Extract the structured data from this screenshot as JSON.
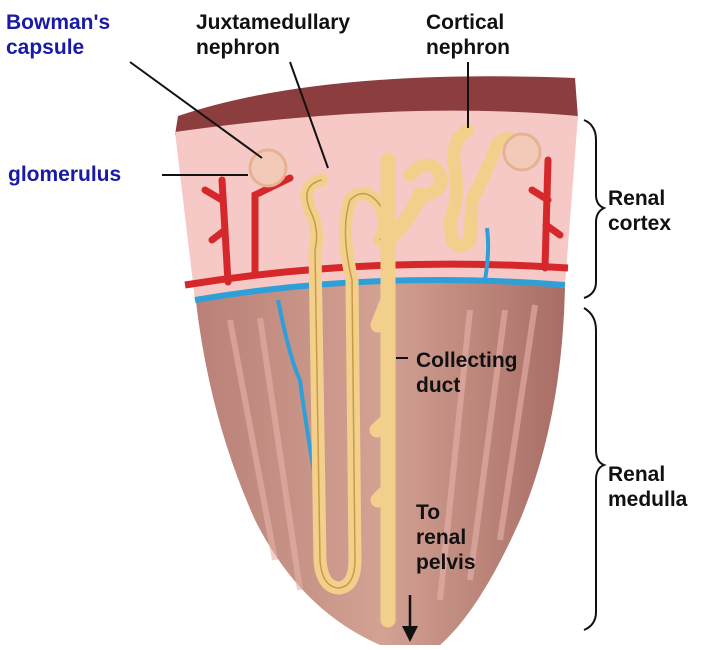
{
  "labels": {
    "bowmans_capsule": "Bowman's\ncapsule",
    "glomerulus": "glomerulus",
    "juxtamedullary_nephron": "Juxtamedullary\nnephron",
    "cortical_nephron": "Cortical\nnephron",
    "renal_cortex": "Renal\ncortex",
    "renal_medulla": "Renal\nmedulla",
    "collecting_duct": "Collecting\nduct",
    "to_renal_pelvis": "To\nrenal\npelvis"
  },
  "colors": {
    "cortex": "#f6c8c6",
    "medulla": "#c98f86",
    "capsule_top": "#8c3d3d",
    "tubule": "#f2d08c",
    "artery": "#d6282a",
    "vein": "#2f9fd8",
    "label_blue": "#1a1aa6"
  }
}
